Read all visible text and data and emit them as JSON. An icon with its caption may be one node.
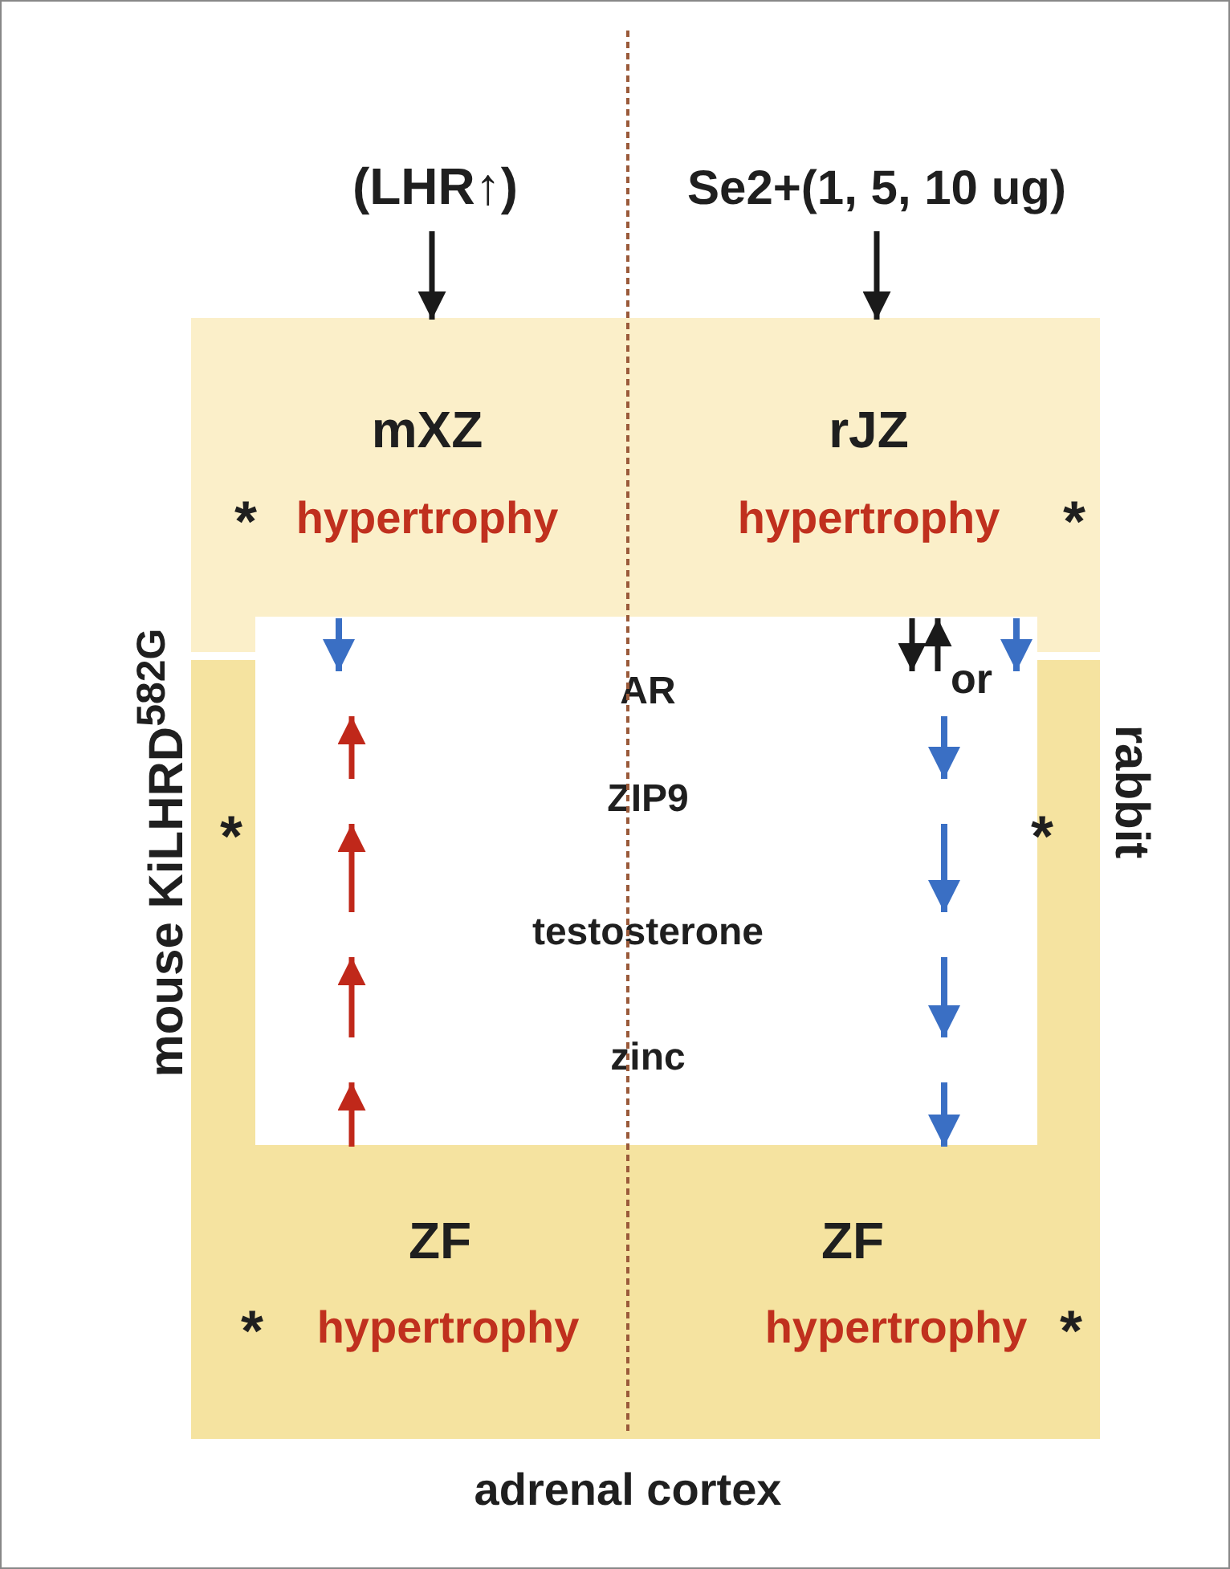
{
  "diagram": {
    "nodes": [
      {
        "text": [
          "(LHR↑)"
        ]
      },
      {
        "text": [
          "Se2+(1, 5, 10 ug)"
        ]
      },
      {
        "text": [
          "mXZ",
          "*",
          "hypertrophy"
        ]
      },
      {
        "text": [
          "rJZ",
          "hypertrophy",
          "*"
        ]
      },
      {
        "text": [
          "AR"
        ]
      },
      {
        "text": [
          "ZIP9"
        ]
      },
      {
        "text": [
          "testosterone"
        ]
      },
      {
        "text": [
          "zinc"
        ]
      },
      {
        "text": [
          "ZF",
          "*",
          "hypertrophy"
        ]
      },
      {
        "text": [
          "ZF",
          "hypertrophy",
          "*"
        ]
      }
    ],
    "edges": [
      {
        "from": 0,
        "to": 2,
        "arrow": "to",
        "color": "#1a1a1a"
      },
      {
        "from": 1,
        "to": 3,
        "arrow": "to",
        "color": "#1a1a1a"
      },
      {
        "from": 2,
        "to": 4,
        "arrow": "to"
      },
      {
        "from": 5,
        "to": 4,
        "arrow": "to",
        "color": "#c0281a"
      },
      {
        "from": 6,
        "to": 5,
        "arrow": "to",
        "color": "#c0281a"
      },
      {
        "from": 7,
        "to": 6,
        "arrow": "to",
        "color": "#c0281a"
      },
      {
        "from": 8,
        "to": 7,
        "arrow": "to",
        "color": "#c0281a"
      },
      {
        "from": 3,
        "to": 4,
        "arrow": "to",
        "color": "#1a1a1a"
      },
      {
        "from": 4,
        "to": 3,
        "arrow": "to",
        "color": "#1a1a1a"
      },
      {
        "from": 3,
        "to": 4,
        "arrow": "to"
      },
      {
        "from": 4,
        "to": 5,
        "arrow": "to"
      },
      {
        "from": 5,
        "to": 6,
        "arrow": "to"
      },
      {
        "from": 6,
        "to": 7,
        "arrow": "to"
      },
      {
        "from": 7,
        "to": 9,
        "arrow": "to"
      }
    ],
    "labels": [
      "mouse KiLHRD$^{582G}$",
      "or",
      "*",
      "*",
      "rabbit",
      "adrenal cortex"
    ]
  }
}
